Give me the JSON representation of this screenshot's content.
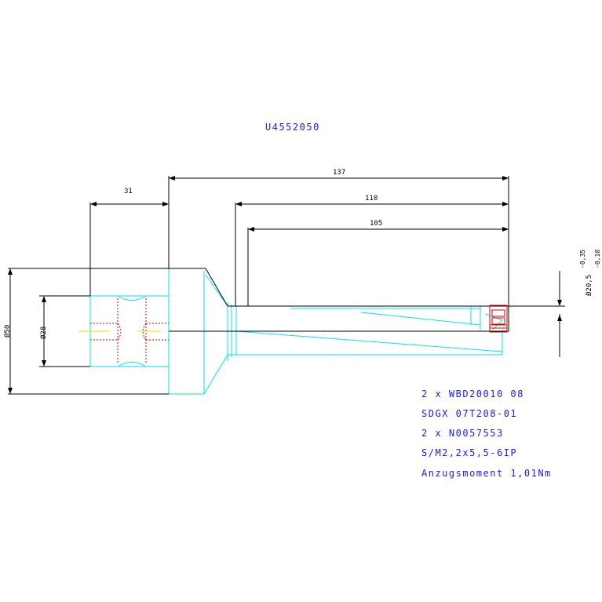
{
  "drawing": {
    "part_number": "U4552050",
    "dimensions": {
      "overall_length": "137",
      "shank_offset": "31",
      "length_110": "110",
      "length_105": "105",
      "dia_shank": "Ø50",
      "dia_bore": "Ø28",
      "dia_tip": "Ø20,5",
      "tol_upper": "-0,35",
      "tol_lower": "-0,10"
    },
    "notes": [
      "2 x WBD20010 08",
      "SDGX 07T208-01",
      "2 x N0057553",
      "S/M2,2x5,5-6IP",
      "Anzugsmoment 1,01Nm"
    ]
  },
  "colors": {
    "outline": "#000000",
    "part": "#00e5ee",
    "hidden": "#dd0000",
    "axis": "#e6e600",
    "text": "#1a1aff"
  }
}
